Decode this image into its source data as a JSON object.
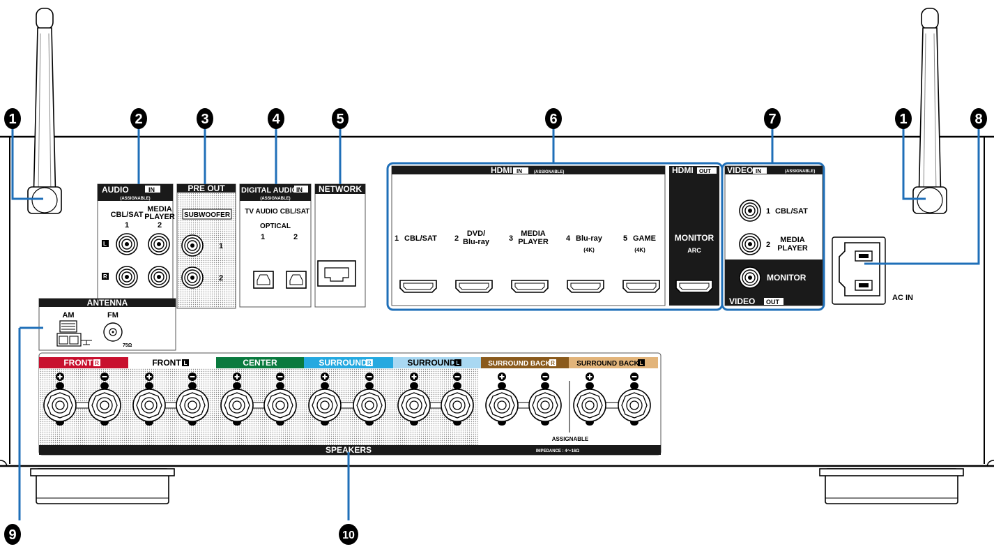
{
  "callouts": {
    "c1": "1",
    "c2": "2",
    "c3": "3",
    "c4": "4",
    "c5": "5",
    "c6": "6",
    "c7": "7",
    "c8": "8",
    "c9": "9",
    "c10": "10"
  },
  "audio": {
    "title": "AUDIO",
    "in": "IN",
    "assignable": "(ASSIGNABLE)",
    "col1": "CBL/SAT",
    "col1n": "1",
    "col2a": "MEDIA",
    "col2b": "PLAYER",
    "col2n": "2",
    "l": "L",
    "r": "R"
  },
  "preout": {
    "title": "PRE OUT",
    "subwoofer": "SUBWOOFER",
    "n1": "1",
    "n2": "2"
  },
  "digital": {
    "title": "DIGITAL AUDIO",
    "in": "IN",
    "assignable": "(ASSIGNABLE)",
    "c1": "TV AUDIO",
    "c2": "CBL/SAT",
    "optical": "OPTICAL",
    "n1": "1",
    "n2": "2"
  },
  "network": {
    "title": "NETWORK"
  },
  "hdmi": {
    "title": "HDMI",
    "in": "IN",
    "assignable": "(ASSIGNABLE)",
    "out_title": "HDMI",
    "out": "OUT",
    "inputs": [
      {
        "n": "1",
        "a": "CBL/SAT",
        "b": "",
        "c": ""
      },
      {
        "n": "2",
        "a": "DVD/",
        "b": "Blu-ray",
        "c": ""
      },
      {
        "n": "3",
        "a": "MEDIA",
        "b": "PLAYER",
        "c": ""
      },
      {
        "n": "4",
        "a": "Blu-ray",
        "b": "",
        "c": "(4K)"
      },
      {
        "n": "5",
        "a": "GAME",
        "b": "",
        "c": "(4K)"
      }
    ],
    "monitor": "MONITOR",
    "arc": "ARC"
  },
  "video": {
    "title": "VIDEO",
    "in": "IN",
    "assignable": "(ASSIGNABLE)",
    "i1n": "1",
    "i1": "CBL/SAT",
    "i2n": "2",
    "i2a": "MEDIA",
    "i2b": "PLAYER",
    "monitor": "MONITOR",
    "out_title": "VIDEO",
    "out": "OUT"
  },
  "acin": {
    "label": "AC IN"
  },
  "antenna": {
    "title": "ANTENNA",
    "am": "AM",
    "fm": "FM",
    "ohm": "75Ω"
  },
  "speakers": {
    "title": "SPEAKERS",
    "assignable": "ASSIGNABLE",
    "impedance": "IMPEDANCE : 4～16Ω",
    "groups": [
      {
        "name": "FRONT",
        "side": "R",
        "color": "#c8102e",
        "text": "#ffffff"
      },
      {
        "name": "FRONT",
        "side": "L",
        "color": "#ffffff",
        "text": "#000000"
      },
      {
        "name": "CENTER",
        "side": "",
        "color": "#0a7a3e",
        "text": "#ffffff"
      },
      {
        "name": "SURROUND",
        "side": "R",
        "color": "#25a9e0",
        "text": "#ffffff"
      },
      {
        "name": "SURROUND",
        "side": "L",
        "color": "#a9d8f2",
        "text": "#000000"
      },
      {
        "name": "SURROUND BACK",
        "side": "R",
        "color": "#8a5a1c",
        "text": "#ffffff"
      },
      {
        "name": "SURROUND BACK",
        "side": "L",
        "color": "#e2b47a",
        "text": "#000000"
      }
    ]
  },
  "colors": {
    "callout_line": "#1f6fb8",
    "highlight": "#1f6fb8",
    "header": "#1a1a1a"
  }
}
